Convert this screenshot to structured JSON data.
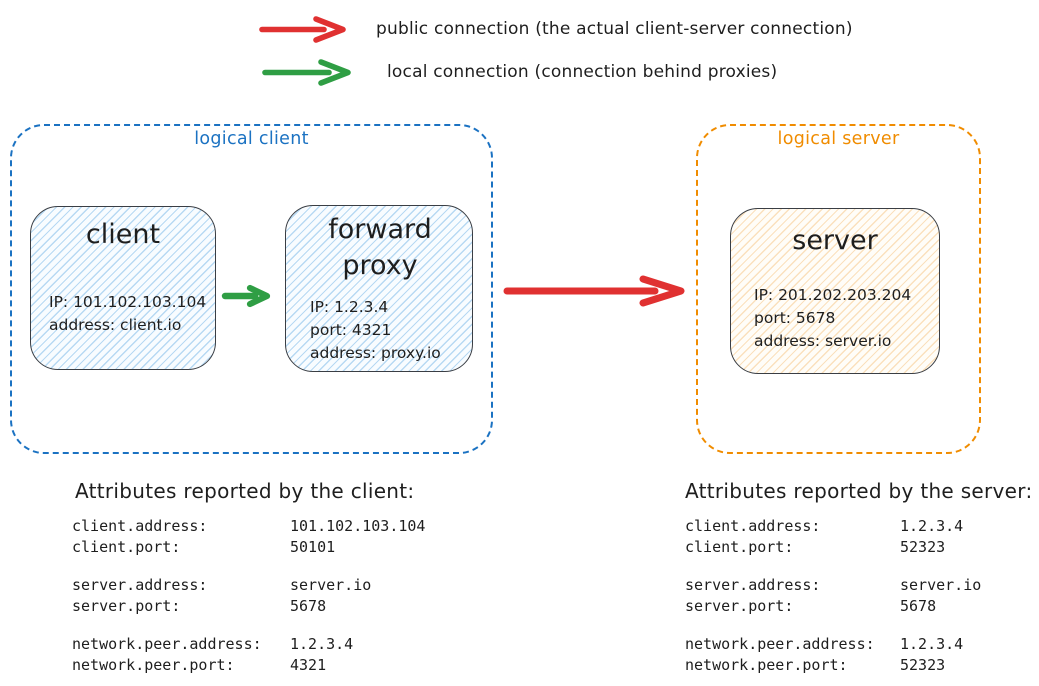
{
  "colors": {
    "public_connection_red": "#e03131",
    "local_connection_green": "#2f9e44",
    "logical_client_blue": "#1b72c2",
    "logical_server_orange": "#f08c00",
    "ink": "#1e1e1e"
  },
  "legend": [
    {
      "icon": "red-arrow",
      "label": "public connection (the actual client-server connection)"
    },
    {
      "icon": "green-arrow",
      "label": "local connection (connection behind proxies)"
    }
  ],
  "diagram": {
    "logical_client": {
      "label": "logical client",
      "client_node": {
        "title": "client",
        "lines": [
          "IP: 101.102.103.104",
          "address: client.io"
        ]
      },
      "proxy_node": {
        "title": "forward proxy",
        "lines": [
          "IP: 1.2.3.4",
          "port: 4321",
          "address: proxy.io"
        ]
      }
    },
    "logical_server": {
      "label": "logical server",
      "server_node": {
        "title": "server",
        "lines": [
          "IP: 201.202.203.204",
          "port: 5678",
          "address: server.io"
        ]
      }
    }
  },
  "client_attributes": {
    "heading": "Attributes reported by the client:",
    "groups": [
      [
        {
          "key": "client.address:",
          "value": "101.102.103.104"
        },
        {
          "key": "client.port:",
          "value": "50101"
        }
      ],
      [
        {
          "key": "server.address:",
          "value": "server.io"
        },
        {
          "key": "server.port:",
          "value": "5678"
        }
      ],
      [
        {
          "key": "network.peer.address:",
          "value": "1.2.3.4"
        },
        {
          "key": "network.peer.port:",
          "value": "4321"
        }
      ]
    ]
  },
  "server_attributes": {
    "heading": "Attributes reported by the server:",
    "groups": [
      [
        {
          "key": "client.address:",
          "value": "1.2.3.4"
        },
        {
          "key": "client.port:",
          "value": "52323"
        }
      ],
      [
        {
          "key": "server.address:",
          "value": "server.io"
        },
        {
          "key": "server.port:",
          "value": "5678"
        }
      ],
      [
        {
          "key": "network.peer.address:",
          "value": "1.2.3.4"
        },
        {
          "key": "network.peer.port:",
          "value": "52323"
        }
      ]
    ]
  }
}
